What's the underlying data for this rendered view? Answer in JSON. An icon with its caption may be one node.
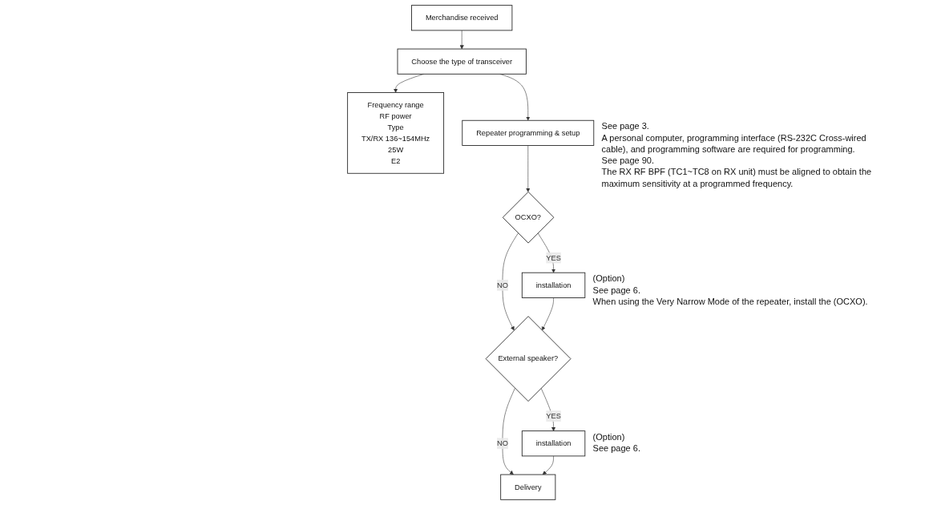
{
  "diagram": {
    "nodes": [
      {
        "text": [
          "Merchandise received"
        ]
      },
      {
        "text": [
          "Choose the type of transceiver"
        ]
      },
      {
        "text": [
          "Frequency range",
          "RF power",
          "Type",
          "TX/RX 136~154MHz",
          "25W",
          "E2"
        ]
      },
      {
        "text": [
          "Repeater programming & setup"
        ],
        "beside": [
          "See page 3.",
          "A personal computer, programming interface (RS-232C Cross-wired cable), and programming software are required for programming.",
          "See page 90.",
          "The RX RF BPF (TC1~TC8 on RX unit) must be aligned to obtain the maximum sensitivity at a programmed frequency."
        ]
      },
      {
        "text": [
          "OCXO?"
        ]
      },
      {
        "text": [
          "installation"
        ],
        "beside": [
          "(Option)",
          "See page 6.",
          "When using the Very Narrow Mode of the repeater, install the (OCXO)."
        ]
      },
      {
        "text": [
          "External  speaker?"
        ]
      },
      {
        "text": [
          "installation"
        ],
        "beside": [
          "(Option)",
          "See page 6."
        ]
      },
      {
        "text": [
          "Delivery"
        ]
      }
    ],
    "edges": [
      {
        "from": 0,
        "to": 1,
        "arrow": "to"
      },
      {
        "from": 1,
        "to": 2,
        "arrow": "to"
      },
      {
        "from": 1,
        "to": 3,
        "arrow": "to"
      },
      {
        "from": 3,
        "to": 4,
        "arrow": "to"
      },
      {
        "from": 4,
        "to": 5,
        "arrow": "to",
        "label": "YES"
      },
      {
        "from": 4,
        "to": 6,
        "arrow": "to",
        "label": "NO"
      },
      {
        "from": 5,
        "to": 6,
        "arrow": "to"
      },
      {
        "from": 6,
        "to": 7,
        "arrow": "to",
        "label": "YES"
      },
      {
        "from": 6,
        "to": 8,
        "arrow": "to",
        "label": "NO"
      },
      {
        "from": 7,
        "to": 8,
        "arrow": "to"
      }
    ]
  }
}
